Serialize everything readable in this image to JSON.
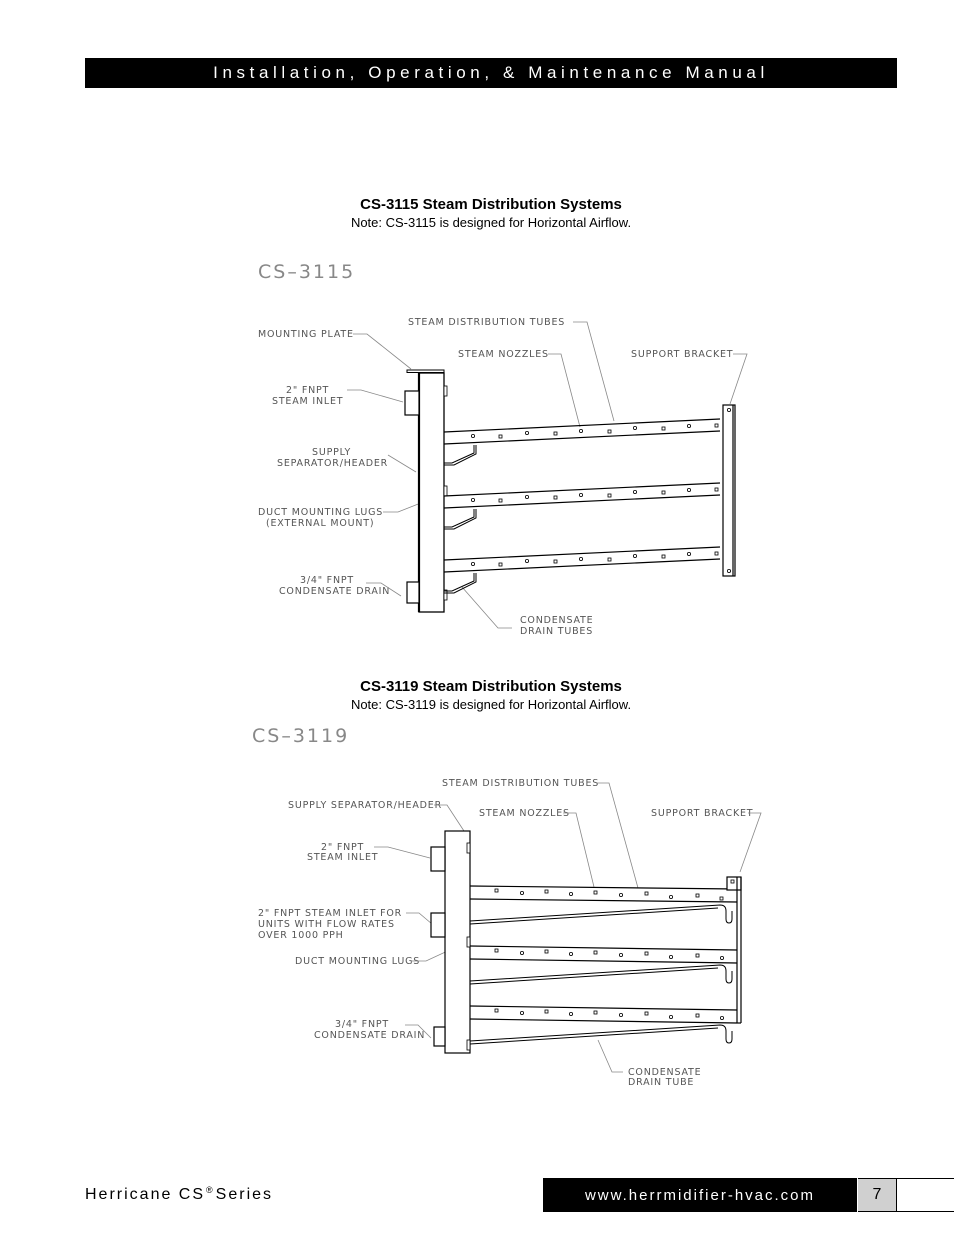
{
  "header": {
    "title": "Installation, Operation, & Maintenance Manual"
  },
  "figures": [
    {
      "title": "CS-3115 Steam Distribution Systems",
      "note": "Note: CS-3115 is designed for Horizontal Airflow.",
      "drawing_title": "CS–3115",
      "labels": {
        "mounting_plate": "MOUNTING  PLATE",
        "steam_distribution_tubes": "STEAM  DISTRIBUTION  TUBES",
        "steam_nozzles": "STEAM  NOZZLES",
        "support_bracket": "SUPPORT  BRACKET",
        "steam_inlet_line1": "2\"  FNPT",
        "steam_inlet_line2": "STEAM  INLET",
        "supply_header_line1": "SUPPLY",
        "supply_header_line2": "SEPARATOR/HEADER",
        "duct_lugs_line1": "DUCT  MOUNTING  LUGS",
        "duct_lugs_line2": "(EXTERNAL  MOUNT)",
        "cond_drain_line1": "3/4\"  FNPT",
        "cond_drain_line2": "CONDENSATE  DRAIN",
        "drain_tubes_line1": "CONDENSATE",
        "drain_tubes_line2": "DRAIN  TUBES"
      }
    },
    {
      "title": "CS-3119 Steam Distribution Systems",
      "note": "Note: CS-3119 is designed for Horizontal Airflow.",
      "drawing_title": "CS–3119",
      "labels": {
        "supply_header": "SUPPLY  SEPARATOR/HEADER",
        "steam_distribution_tubes": "STEAM  DISTRIBUTION  TUBES",
        "steam_nozzles": "STEAM  NOZZLES",
        "support_bracket": "SUPPORT  BRACKET",
        "steam_inlet_line1": "2\"  FNPT",
        "steam_inlet_line2": "STEAM  INLET",
        "high_flow_line1": "2\"  FNPT  STEAM  INLET  FOR",
        "high_flow_line2": "UNITS  WITH  FLOW  RATES",
        "high_flow_line3": "OVER  1000  PPH",
        "duct_lugs": "DUCT  MOUNTING  LUGS",
        "cond_drain_line1": "3/4\"  FNPT",
        "cond_drain_line2": "CONDENSATE  DRAIN",
        "drain_tube_line1": "CONDENSATE",
        "drain_tube_line2": "DRAIN  TUBE"
      }
    }
  ],
  "footer": {
    "series_name": "Herricane CS",
    "registered_mark": "®",
    "series_suffix": "Series",
    "website": "www.herrmidifier-hvac.com",
    "page_number": "7"
  }
}
